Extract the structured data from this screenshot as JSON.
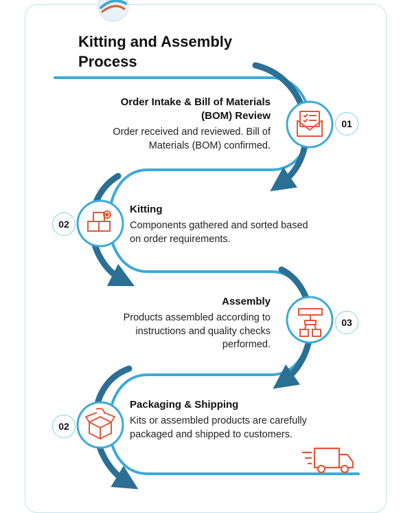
{
  "title": "Kitting and Assembly Process",
  "steps": [
    {
      "badge": "01",
      "heading": "Order Intake & Bill of Materials (BOM) Review",
      "text": "Order received and reviewed. Bill of Materials (BOM) confirmed.",
      "icon": "envelope-checklist-icon"
    },
    {
      "badge": "02",
      "heading": "Kitting",
      "text": "Components gathered and sorted based on order requirements.",
      "icon": "boxes-gear-icon"
    },
    {
      "badge": "03",
      "heading": "Assembly",
      "text": "Products assembled according to instructions and quality checks performed.",
      "icon": "robotic-arm-icon"
    },
    {
      "badge": "02",
      "heading": "Packaging & Shipping",
      "text": "Kits or assembled products are carefully packaged and shipped to customers.",
      "icon": "open-box-icon"
    }
  ],
  "colors": {
    "path_blue": "#3da9d8",
    "dark_blue": "#2c6f95",
    "accent_orange": "#e0583a",
    "card_border": "#bfe3ef"
  }
}
